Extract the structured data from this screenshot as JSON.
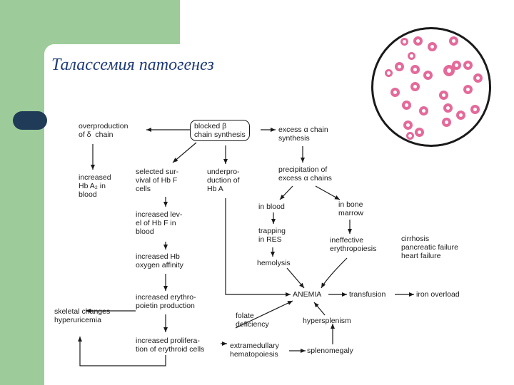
{
  "title": "Талассемия патогенез",
  "diagram": {
    "blocked": "blocked β\nchain synthesis",
    "overproduction_delta": "overproduction\nof δ  chain",
    "excess_alpha": "excess α chain\nsynthesis",
    "increased_hba2": "increased\nHb A₂ in\nblood",
    "selected_survival": "selected sur-\nvival of Hb F\ncells",
    "underproduction": "underpro-\nduction of\nHb A",
    "precipitation": "precipitation of\nexcess α chains",
    "in_blood": "in blood",
    "in_bone_marrow": "in bone\nmarrow",
    "increased_hbf": "increased lev-\nel of Hb F in\nblood",
    "trapping": "trapping\nin RES",
    "ineffective": "ineffective\nerythropoiesis",
    "cirrhosis": "cirrhosis\npancreatic failure\nheart failure",
    "increased_affinity": "increased Hb\noxygen affinity",
    "hemolysis": "hemolysis",
    "anemia": "ANEMIA",
    "transfusion": "transfusion",
    "iron_overload": "iron overload",
    "skeletal": "skeletal changes\nhyperuricemia",
    "erythropoietin": "increased erythro-\npoietin production",
    "folate": "folate\ndeficiency",
    "hypersplenism": "hypersplenism",
    "proliferation": "increased prolifera-\ntion of erythroid cells",
    "extramedullary": "extramedullary\nhematopoiesis",
    "splenomegaly": "splenomegaly"
  }
}
